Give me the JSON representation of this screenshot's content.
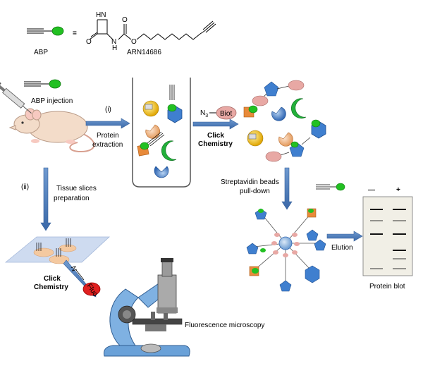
{
  "legend": {
    "abp_label": "ABP",
    "equals": "=",
    "compound_name": "ARN14686",
    "nh_label": "HN",
    "nh2_label": "N",
    "h_label": "H",
    "o1": "O",
    "o2": "O",
    "o3": "O"
  },
  "steps": {
    "abp_injection": "ABP injection",
    "step_i": "(i)",
    "protein_line1": "Protein",
    "protein_line2": "extraction",
    "azide": "N",
    "azide_sub": "3",
    "biot": "Biot",
    "click1_line1": "Click",
    "click1_line2": "Chemistry",
    "strep_line1": "Streptavidin beads",
    "strep_line2": "pull-down",
    "step_ii": "(ii)",
    "tissue_line1": "Tissue slices",
    "tissue_line2": "preparation",
    "click2_line1": "Click",
    "click2_line2": "Chemistry",
    "elution": "Elution",
    "fluorescence": "Fluorescence microscopy",
    "blot_minus": "—",
    "blot_plus": "+",
    "protein_blot": "Protein blot",
    "fluor_tag": "Fluo",
    "fluor_azide": "N"
  },
  "colors": {
    "green": "#22c022",
    "arrow_blue": "#4a78b5",
    "blue_shape": "#3f7fcf",
    "orange": "#e88a3a",
    "yellow": "#f1c40f",
    "pink": "#e8a8a4",
    "peach": "#f4c9a0",
    "blot_bg": "#f1efe6",
    "biot_fill": "#e8a8a4",
    "fluor_red": "#e02020"
  }
}
